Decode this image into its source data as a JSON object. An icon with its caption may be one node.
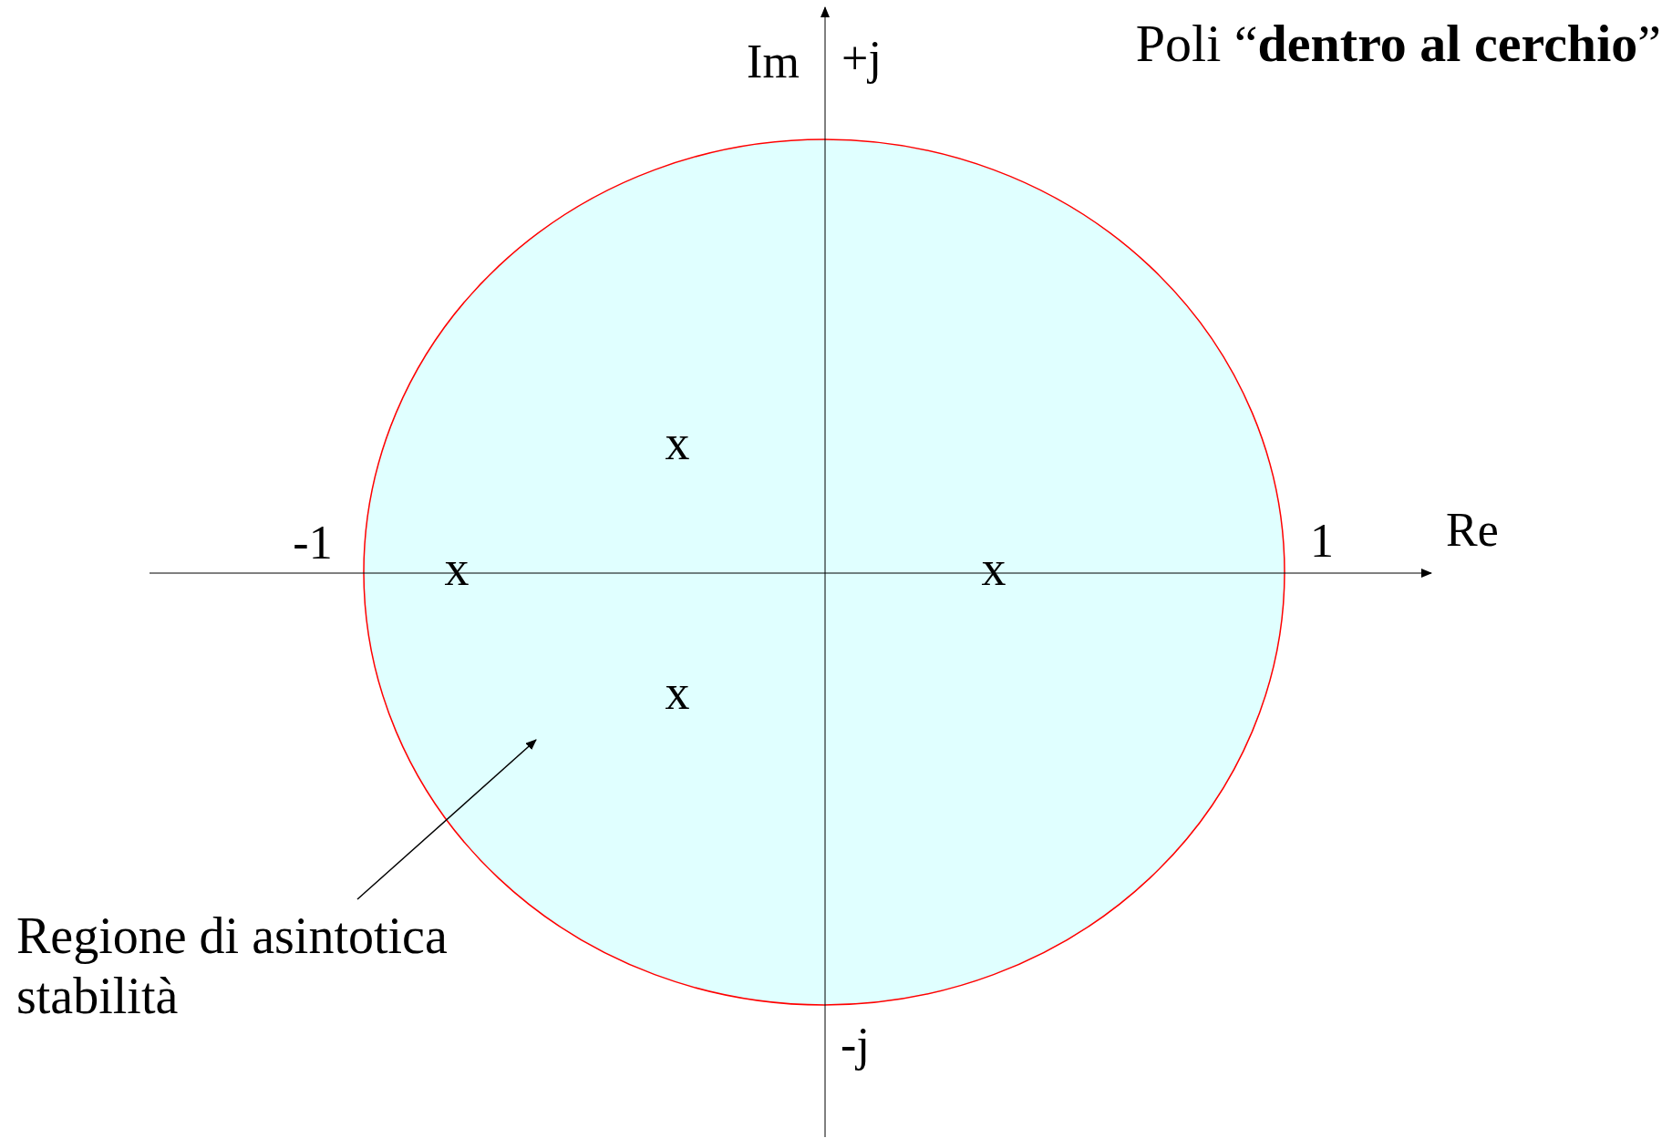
{
  "diagram": {
    "title": "Poli “**dentro al cerchio**”",
    "nodes": [
      {
        "text": [
          "Regione di asintotica stabilità"
        ]
      },
      {
        "text": [],
        "shape": "circle"
      }
    ],
    "edges": [
      {
        "from": 0,
        "to": 1,
        "arrow": "to"
      }
    ],
    "labels": [
      "Im",
      "+j",
      "x",
      "Re",
      "-1",
      "1",
      "x",
      "x",
      "x",
      "-j"
    ]
  }
}
